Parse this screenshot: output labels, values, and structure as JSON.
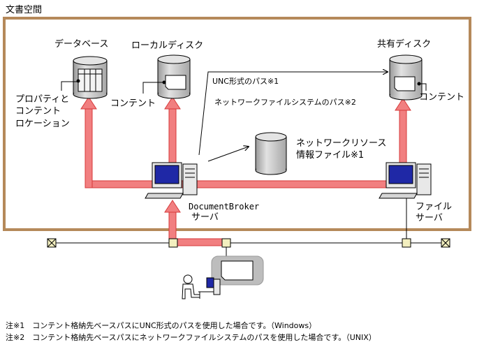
{
  "title": "文書空間",
  "colors": {
    "frame": "#b5895a",
    "pipe_fill": "#f17f80",
    "pipe_stroke": "#d63a3a",
    "cylinder": "#c4c4c4",
    "monitor_screen": "#1f28a6",
    "hub": "#f3efbf",
    "client_block": "#bdbdbd"
  },
  "labels": {
    "database": "データベース",
    "local_disk": "ローカルディスク",
    "shared_disk": "共有ディスク",
    "props_line1": "プロパティと",
    "props_line2": "コンテント",
    "props_line3": "ロケーション",
    "local_content": "コンテント",
    "shared_content": "コンテント",
    "unc_path": "UNC形式のパス※1",
    "nfs_path": "ネットワークファイルシステムのパス※2",
    "netres_line1": "ネットワークリソース",
    "netres_line2": "情報ファイル※1",
    "broker_line1": "DocumentBroker",
    "broker_line2": "サーバ",
    "file_line1": "ファイル",
    "file_line2": "サーバ"
  },
  "notes": [
    "注※1　コンテント格納先ベースパスにUNC形式のパスを使用した場合です。（Windows）",
    "注※2　コンテント格納先ベースパスにネットワークファイルシステムのパスを使用した場合です。（UNIX）"
  ]
}
